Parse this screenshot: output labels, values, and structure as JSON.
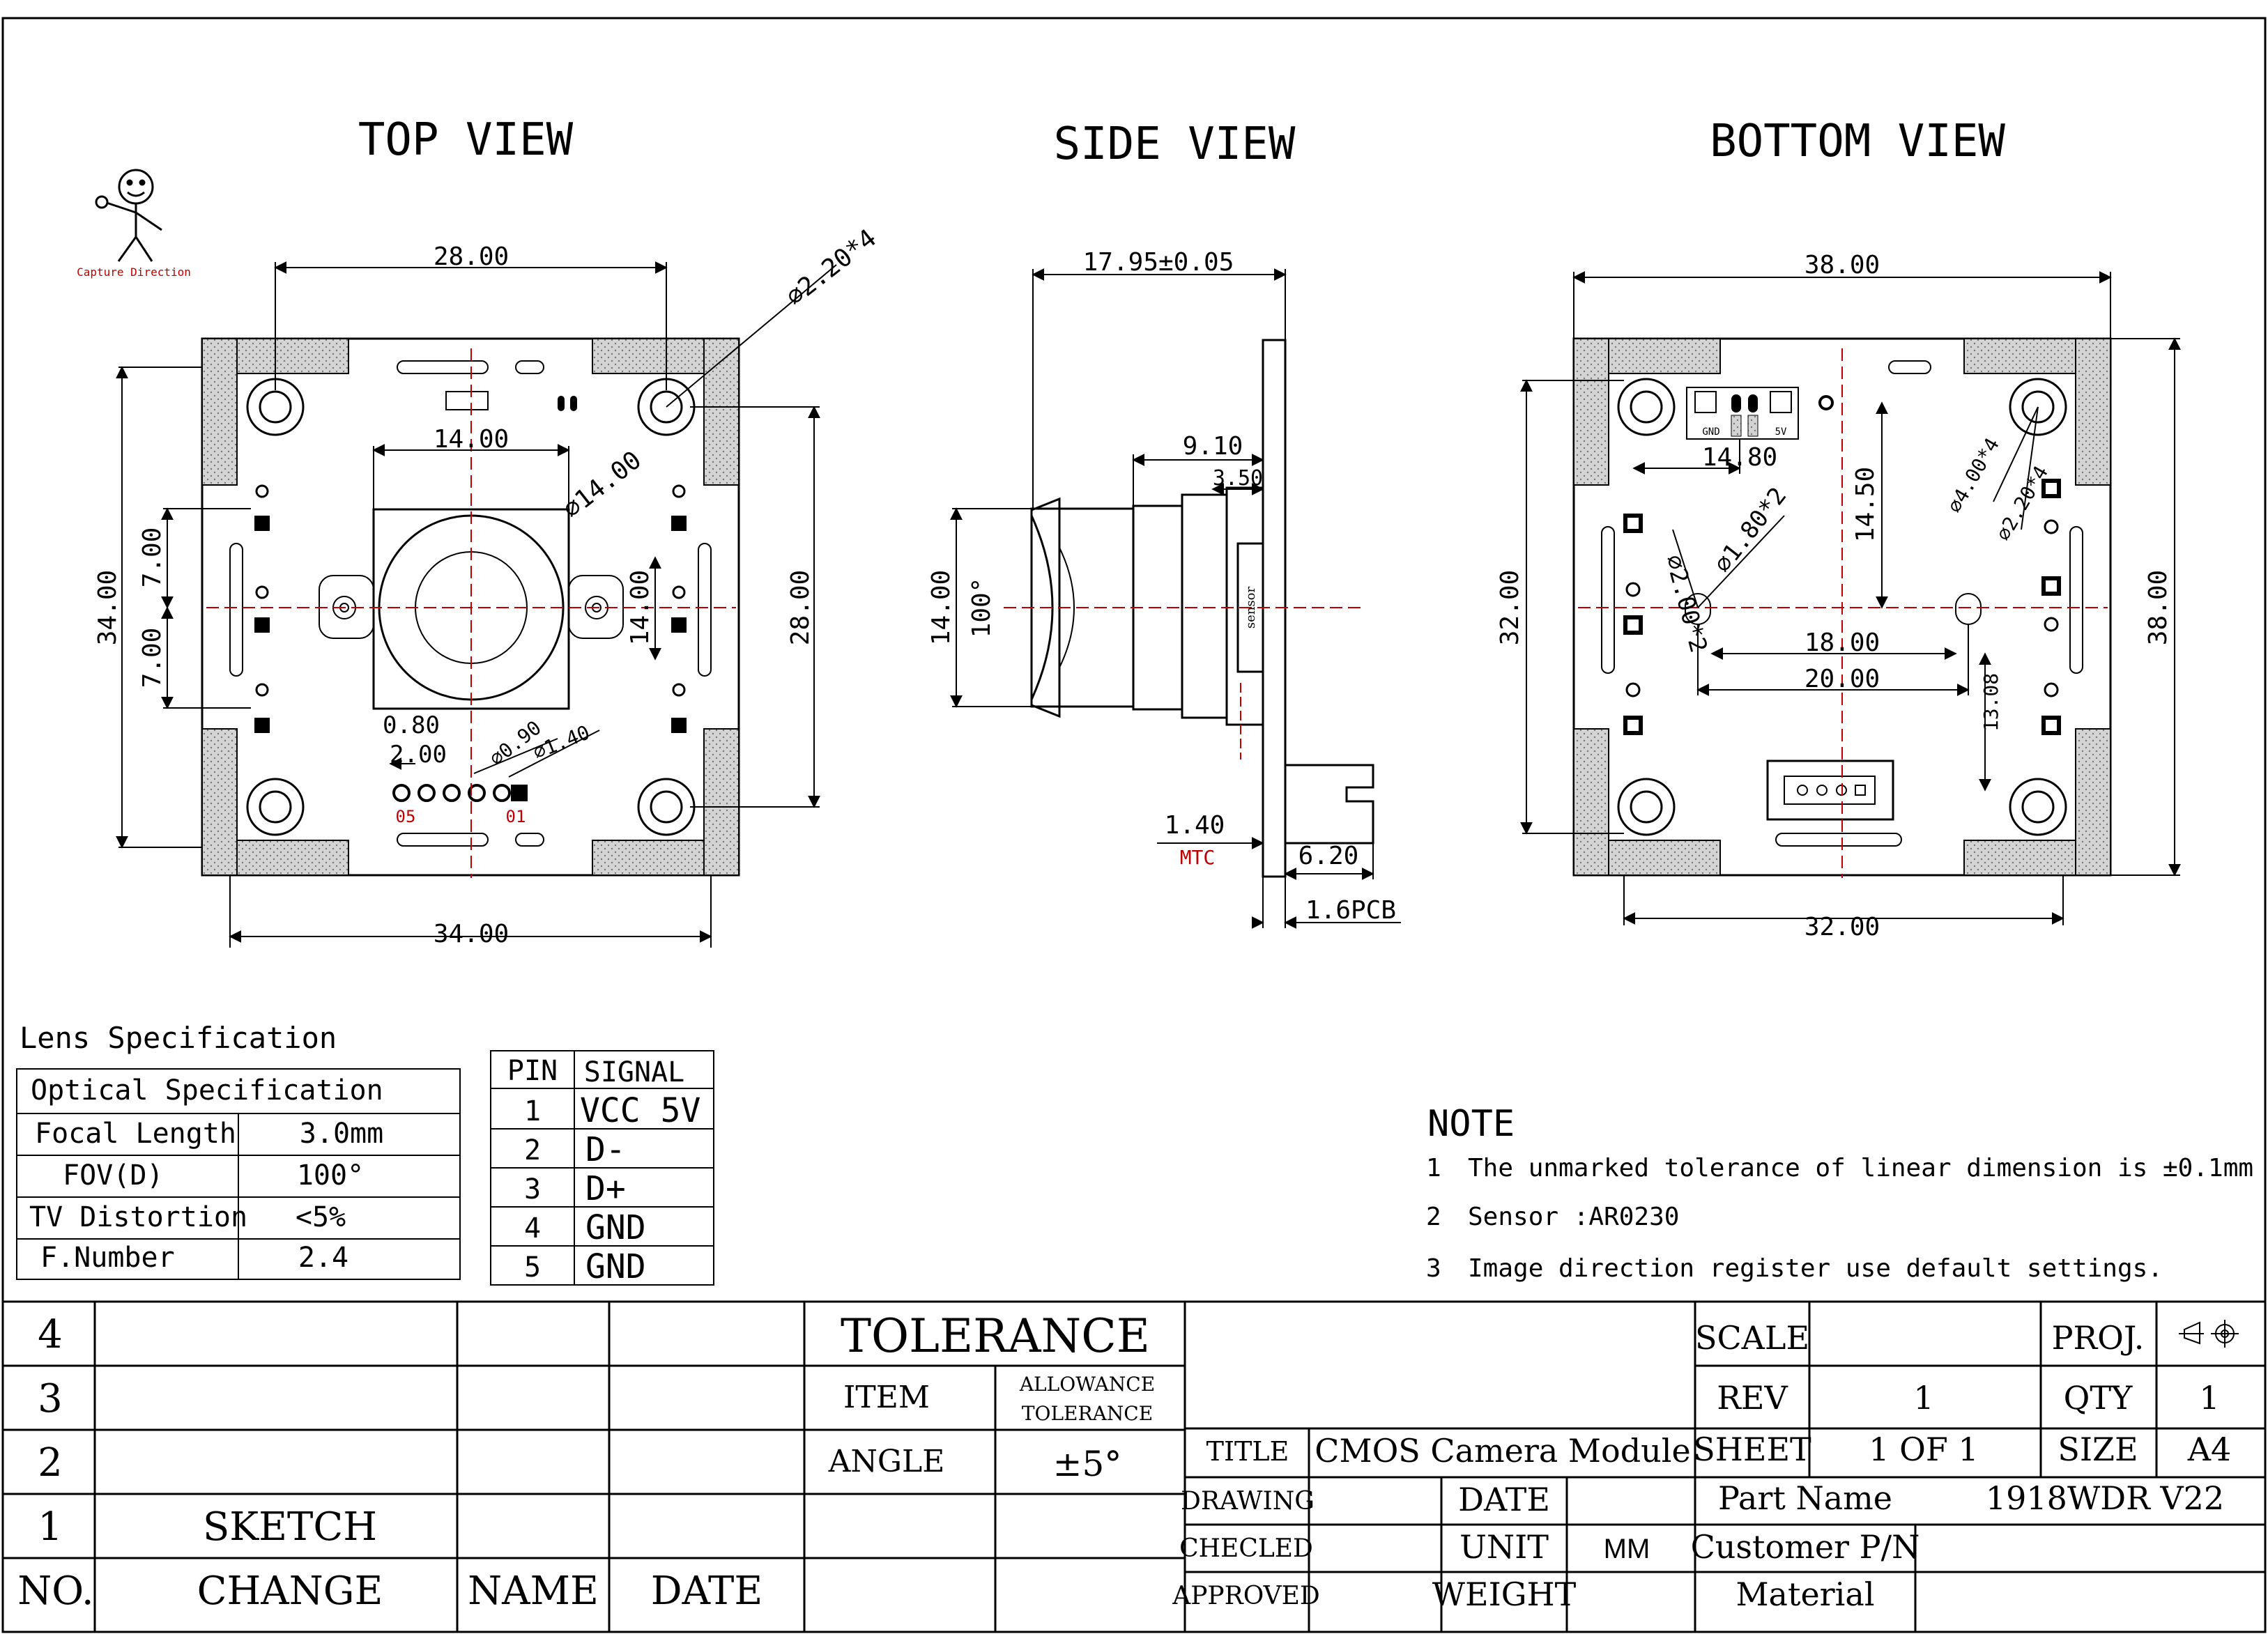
{
  "views": {
    "top": "TOP VIEW",
    "side": "SIDE VIEW",
    "bottom": "BOTTOM VIEW"
  },
  "capture_direction": "Capture Direction",
  "top_view": {
    "dims": {
      "width_top": "28.00",
      "holes": "⌀2.20*4",
      "inner": "14.00",
      "lens_circle": "⌀14.00",
      "height_left": "34.00",
      "gap_upper": "7.00",
      "gap_lower": "7.00",
      "center_right": "14.00",
      "height_right": "28.00",
      "offset_a": "0.80",
      "offset_b": "2.00",
      "pin_hole": "⌀0.90",
      "pad": "⌀1.40",
      "width_bottom": "34.00"
    },
    "pin_labels": [
      "05",
      "01"
    ]
  },
  "side_view": {
    "dims": {
      "total_length": "17.95±0.05",
      "lens_len": "9.10",
      "holder": "3.50",
      "lens_dia": "14.00",
      "fov": "100°",
      "sensor": "sensor",
      "thickness": "1.40",
      "mtc": "MTC",
      "connector": "6.20",
      "pcb": "1.6PCB"
    }
  },
  "bottom_view": {
    "dims": {
      "width_top": "38.00",
      "connector_pos": "14.80",
      "conn_offset": "14.50",
      "holes_big": "⌀4.00*4",
      "holes_small": "⌀2.20*4",
      "slot_a": "⌀2.00*2",
      "slot_b": "⌀1.80*2",
      "height_left": "32.00",
      "height_right": "38.00",
      "slot_span_a": "18.00",
      "slot_span_b": "20.00",
      "conn_height": "13.08",
      "width_bottom": "32.00"
    },
    "conn_labels": [
      "GND",
      "5V"
    ]
  },
  "lens_spec": {
    "title": "Lens Specification",
    "header": "Optical Specification",
    "rows": [
      {
        "name": "Focal Length",
        "value": "3.0mm"
      },
      {
        "name": "FOV(D)",
        "value": "100°"
      },
      {
        "name": "TV Distortion",
        "value": "<5%"
      },
      {
        "name": "F.Number",
        "value": "2.4"
      }
    ]
  },
  "pin_table": {
    "headers": [
      "PIN",
      "SIGNAL"
    ],
    "rows": [
      {
        "pin": "1",
        "signal": "VCC 5V"
      },
      {
        "pin": "2",
        "signal": "D-"
      },
      {
        "pin": "3",
        "signal": "D+"
      },
      {
        "pin": "4",
        "signal": "GND"
      },
      {
        "pin": "5",
        "signal": "GND"
      }
    ]
  },
  "notes": {
    "title": "NOTE",
    "items": [
      {
        "num": "1",
        "text": "The unmarked tolerance of linear dimension is ±0.1mm"
      },
      {
        "num": "2",
        "text": "Sensor :AR0230"
      },
      {
        "num": "3",
        "text": "Image direction register use default settings."
      }
    ]
  },
  "revision_block": {
    "rows": [
      "4",
      "3",
      "2",
      "1"
    ],
    "sketch": "SKETCH",
    "headers": {
      "no": "NO.",
      "change": "CHANGE",
      "name": "NAME",
      "date": "DATE"
    }
  },
  "tolerance": {
    "title": "TOLERANCE",
    "item": "ITEM",
    "allowance_1": "ALLOWANCE",
    "allowance_2": "TOLERANCE",
    "angle": "ANGLE",
    "angle_value": "±5°"
  },
  "title_block": {
    "scale_label": "SCALE",
    "scale_value": "",
    "proj_label": "PROJ.",
    "rev_label": "REV",
    "rev_value": "1",
    "qty_label": "QTY",
    "qty_value": "1",
    "title_label": "TITLE",
    "title_value": "CMOS  Camera Module",
    "sheet_label": "SHEET",
    "sheet_value": "1  OF   1",
    "size_label": "SIZE",
    "size_value": "A4",
    "drawing_label": "DRAWING",
    "date_label": "DATE",
    "part_name_label": "Part Name",
    "part_name_value": "1918WDR V22",
    "checked_label": "CHECLED",
    "unit_label": "UNIT",
    "unit_value": "MM",
    "customer_label": "Customer P/N",
    "approved_label": "APPROVED",
    "weight_label": "WEIGHT",
    "material_label": "Material"
  }
}
